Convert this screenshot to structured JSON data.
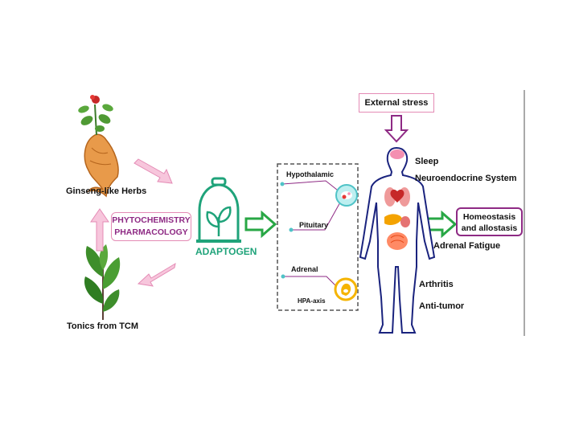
{
  "herbs": {
    "ginseng_label": "Ginseng-like Herbs",
    "tonics_label": "Tonics from TCM"
  },
  "method_box": {
    "line1": "PHYTOCHEMISTRY",
    "line2": "PHARMACOLOGY"
  },
  "adaptogen": {
    "label": "ADAPTOGEN"
  },
  "hpa": {
    "hypothalamic": "Hypothalamic",
    "pituitary": "Pituitary",
    "adrenal": "Adrenal",
    "axis": "HPA-axis"
  },
  "stress": {
    "label": "External stress"
  },
  "effects": {
    "sleep": "Sleep",
    "neuroendocrine": "Neuroendocrine System",
    "adrenal_fatigue": "Adrenal Fatigue",
    "arthritis": "Arthritis",
    "anti_tumor": "Anti-tumor"
  },
  "outcome": {
    "line1": "Homeostasis",
    "line2": "and allostasis"
  },
  "colors": {
    "pink_arrow": "#f7c6dc",
    "pink_border": "#e48bb5",
    "green": "#1fa37a",
    "green_arrow": "#28a745",
    "purple": "#8e2a84",
    "dash_box": "#555555",
    "body_outline": "#1a237e"
  }
}
